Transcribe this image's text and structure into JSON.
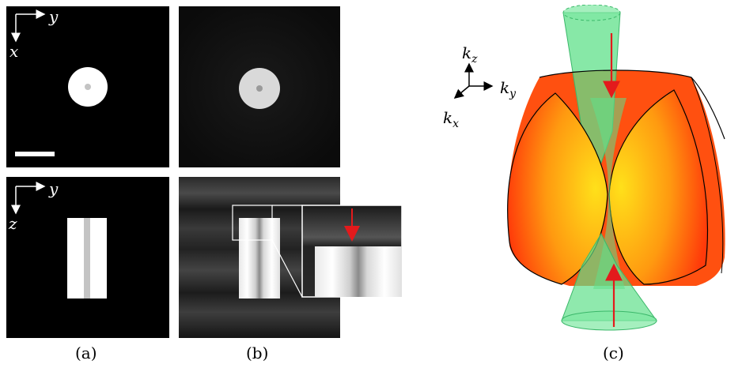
{
  "panels": {
    "a_top": {
      "axis_h": "y",
      "axis_v": "x"
    },
    "a_bottom": {
      "axis_h": "y",
      "axis_v": "z"
    }
  },
  "captions": [
    "(a)",
    "(b)",
    "(c)"
  ],
  "kspace": {
    "axis_z": "k",
    "axis_z_sub": "z",
    "axis_y": "k",
    "axis_y_sub": "y",
    "axis_x": "k",
    "axis_x_sub": "x"
  },
  "colors": {
    "background": "#000000",
    "arrow_red": "#e31a1c",
    "cone_green": "#5fe08a",
    "sphere_inner": "#ffe01a",
    "sphere_outer": "#ff3a0a"
  }
}
